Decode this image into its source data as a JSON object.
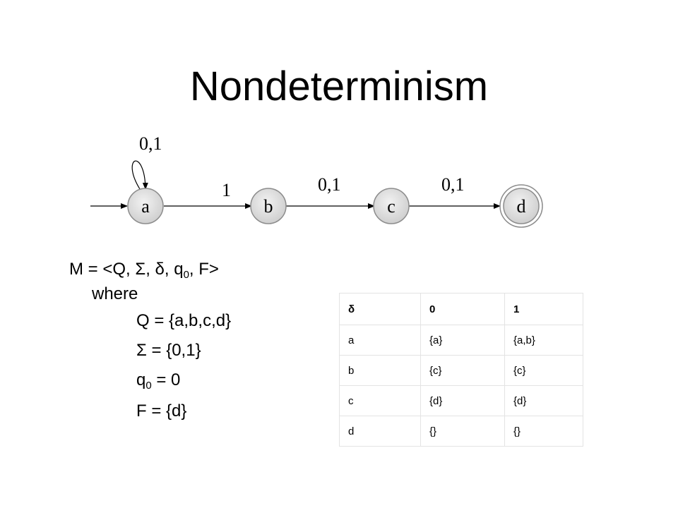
{
  "title": "Nondeterminism",
  "diagram": {
    "states": [
      {
        "id": "a",
        "label": "a",
        "start": true,
        "accepting": false
      },
      {
        "id": "b",
        "label": "b",
        "start": false,
        "accepting": false
      },
      {
        "id": "c",
        "label": "c",
        "start": false,
        "accepting": false
      },
      {
        "id": "d",
        "label": "d",
        "start": false,
        "accepting": true
      }
    ],
    "transitions": [
      {
        "from": "a",
        "to": "a",
        "label": "0,1"
      },
      {
        "from": "a",
        "to": "b",
        "label": "1"
      },
      {
        "from": "b",
        "to": "c",
        "label": "0,1"
      },
      {
        "from": "c",
        "to": "d",
        "label": "0,1"
      }
    ],
    "colors": {
      "state_fill": "#d9d9d9",
      "state_stroke": "#8c8c8c",
      "edge": "#000000"
    }
  },
  "definition": {
    "machine": "M = <Q, Σ, δ, q",
    "machine_sub": "0",
    "machine_tail": ", F>",
    "where": "where",
    "Q": "Q = {a,b,c,d}",
    "Sigma": "Σ = {0,1}",
    "q0_prefix": "q",
    "q0_sub": "0",
    "q0_tail": " = 0",
    "F": "F  = {d}"
  },
  "table": {
    "header": [
      "δ",
      "0",
      "1"
    ],
    "rows": [
      [
        "a",
        "{a}",
        "{a,b}"
      ],
      [
        "b",
        "{c}",
        "{c}"
      ],
      [
        "c",
        "{d}",
        "{d}"
      ],
      [
        "d",
        "{}",
        "{}"
      ]
    ]
  }
}
